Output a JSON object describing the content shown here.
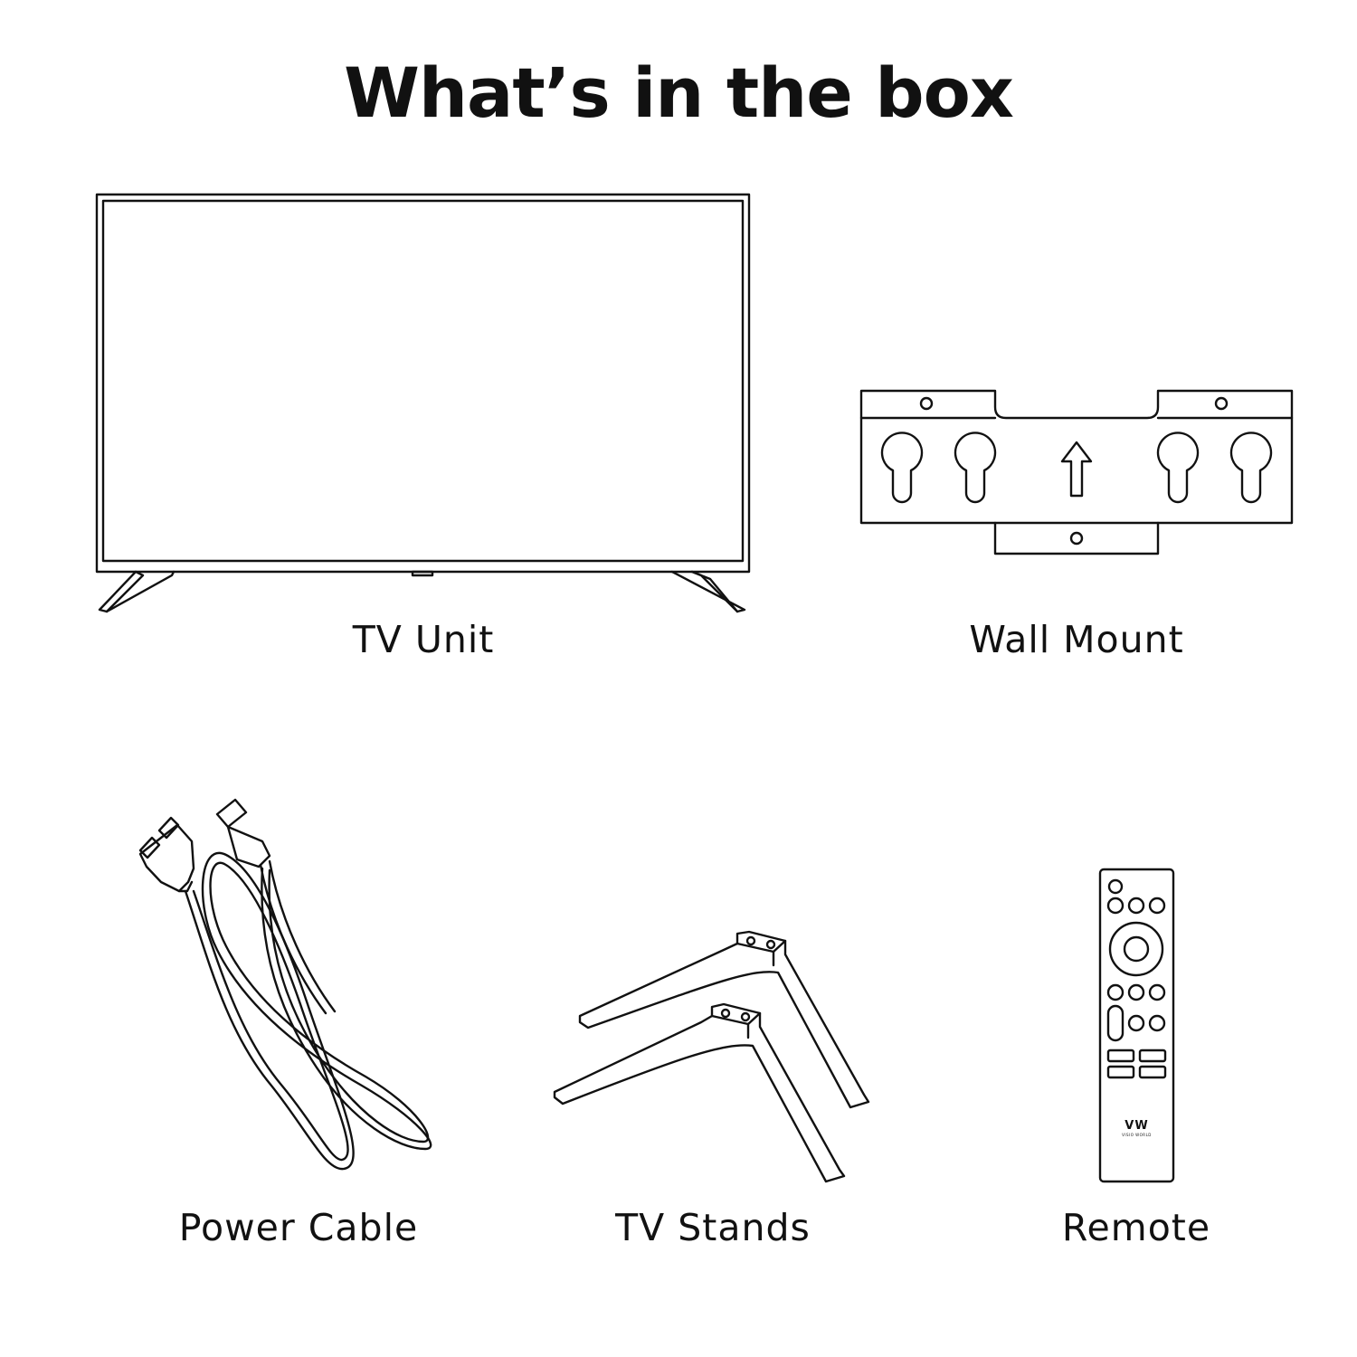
{
  "page": {
    "title": "What’s in the box"
  },
  "items": [
    {
      "label": "TV Unit",
      "icon": "tv-icon"
    },
    {
      "label": "Wall Mount",
      "icon": "wall-mount-icon"
    },
    {
      "label": "Power Cable",
      "icon": "power-cable-icon"
    },
    {
      "label": "TV Stands",
      "icon": "tv-stands-icon"
    },
    {
      "label": "Remote",
      "icon": "remote-icon"
    }
  ],
  "remote": {
    "logo_text": "VW",
    "logo_subtext": "VISIO WORLD"
  }
}
